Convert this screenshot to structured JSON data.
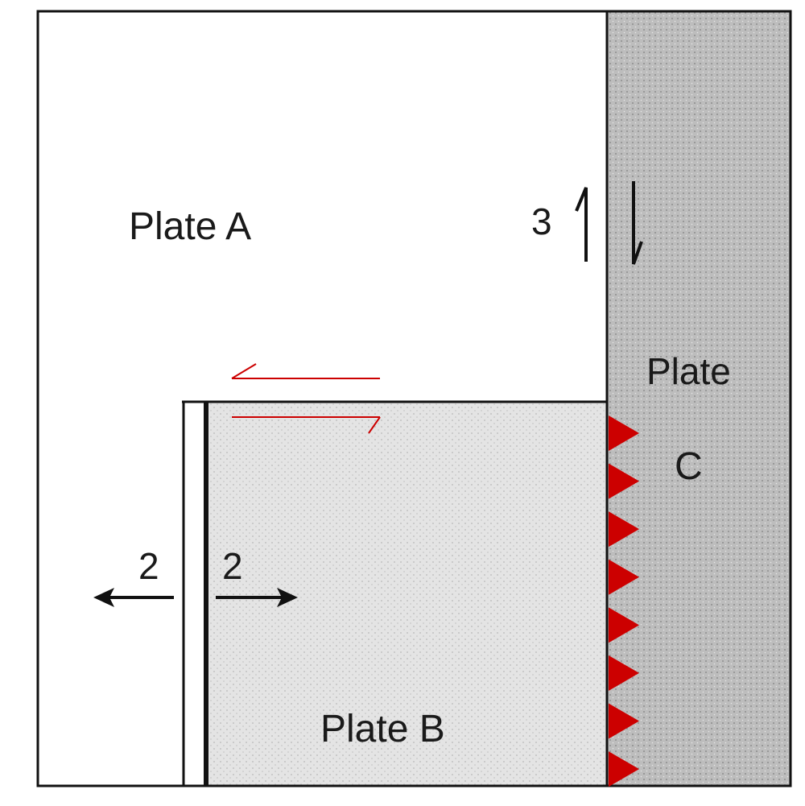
{
  "labels": {
    "plate_a": "Plate A",
    "plate_c_line1": "Plate",
    "plate_c_line2": "C",
    "plate_b": "Plate B",
    "motion_vertical": "3",
    "motion_left": "2",
    "motion_right": "2"
  },
  "colors": {
    "outline": "#111111",
    "plate_a_fill": "#ffffff",
    "plate_b_fill": "#e4e4e4",
    "plate_c_fill": "#bdbdbd",
    "annotation_red": "#cc0000"
  },
  "subduction_teeth_count": 8
}
